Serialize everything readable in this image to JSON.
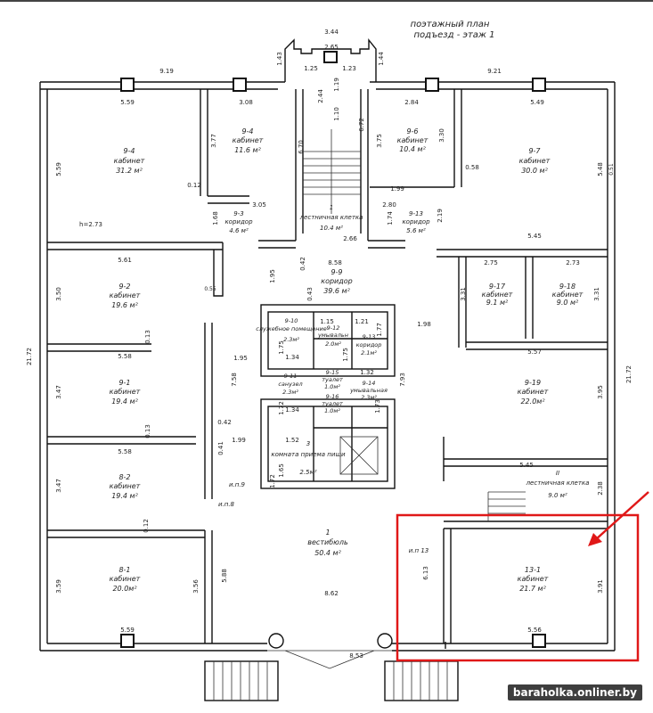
{
  "header": {
    "line1": "поэтажный план",
    "line2": "подъезд -  этаж 1"
  },
  "watermark": "baraholka.onliner.by",
  "colors": {
    "highlight": "#e01818",
    "walls": "#111111"
  },
  "rooms": {
    "r94a": {
      "n": "9-4",
      "t": "кабинет",
      "a": "31.2 м²"
    },
    "r94b": {
      "n": "9-4",
      "t": "кабинет",
      "a": "11.6 м²"
    },
    "r93a": {
      "n": "9-3",
      "t": "коридор",
      "a": "4.6 м²"
    },
    "r1stair": {
      "n": "1",
      "t": "лестничная клетка",
      "a": "10.4 м²"
    },
    "r96": {
      "n": "9-6",
      "t": "кабинет",
      "a": "10.4 м²"
    },
    "r913": {
      "n": "9-13",
      "t": "коридор",
      "a": "5.6 м²"
    },
    "r97": {
      "n": "9-7",
      "t": "кабинет",
      "a": "30.0 м²"
    },
    "r92": {
      "n": "9-2",
      "t": "кабинет",
      "a": "19.6 м²"
    },
    "r99": {
      "n": "9-9",
      "t": "коридор",
      "a": "39.6 м²"
    },
    "r917": {
      "n": "9-17",
      "t": "кабинет",
      "a": "9.1 м²"
    },
    "r918": {
      "n": "9-18",
      "t": "кабинет",
      "a": "9.0 м²"
    },
    "r910": {
      "n": "9-10",
      "t": "служебное помещение",
      "a": "2.3м²"
    },
    "r912": {
      "n": "9-12",
      "t": "умывальн",
      "a": "2.0м²"
    },
    "r913b": {
      "n": "9-13",
      "t": "коридор",
      "a": "2.1м²"
    },
    "r91": {
      "n": "9-1",
      "t": "кабинет",
      "a": "19.4 м²"
    },
    "r911": {
      "n": "9-11",
      "t": "санузел",
      "a": "2.3м²"
    },
    "r915": {
      "n": "9-15",
      "t": "туалет",
      "a": "1.0м²"
    },
    "r914": {
      "n": "9-14",
      "t": "умывальная",
      "a": "2.3м²"
    },
    "r916": {
      "n": "9-16",
      "t": "туалет",
      "a": "1.0м²"
    },
    "r919": {
      "n": "9-19",
      "t": "кабинет",
      "a": "22.0м²"
    },
    "r3": {
      "n": "3",
      "t": "комната приема пищи",
      "a": "2.5м²"
    },
    "r82": {
      "n": "8-2",
      "t": "кабинет",
      "a": "19.4 м²"
    },
    "rIIstair": {
      "n": "II",
      "t": "лестничная клетка",
      "a": "9.0 м²"
    },
    "r1vest": {
      "n": "1",
      "t": "вестибюль",
      "a": "50.4 м²"
    },
    "r81": {
      "n": "8-1",
      "t": "кабинет",
      "a": "20.0м²"
    },
    "r131": {
      "n": "13-1",
      "t": "кабинет",
      "a": "21.7 м²"
    }
  },
  "dims": {
    "d344": "3.44",
    "d265": "2.65",
    "d143": "1.43",
    "d144": "1.44",
    "d125": "1.25",
    "d123": "1.23",
    "d919": "9.19",
    "d921": "9.21",
    "d559a": "5.59",
    "d308": "3.08",
    "d284": "2.84",
    "d549": "5.49",
    "d244": "2.44",
    "d119": "1.19",
    "d110": "1.10",
    "d672": "6.72",
    "d670": "6.70",
    "d377": "3.77",
    "d375": "3.75",
    "d330": "3.30",
    "d559v": "5.59",
    "d548": "5.48",
    "d051": "0.51",
    "d058": "0.58",
    "d012a": "0.12",
    "d199a": "1.99",
    "d305": "3.05",
    "d280": "2.80",
    "d168": "1.68",
    "d174": "1.74",
    "d219": "2.19",
    "h273": "h=2.73",
    "d266": "2.66",
    "d545a": "5.45",
    "d561": "5.61",
    "d858": "8.58",
    "d042a": "0.42",
    "d195a": "1.95",
    "d043": "0.43",
    "d275": "2.75",
    "d273": "2.73",
    "d350": "3.50",
    "d055": "0.55",
    "d331a": "3.31",
    "d331b": "3.31",
    "d115": "1.15",
    "d121": "1.21",
    "d177": "1.77",
    "d175a": "1.75",
    "d175b": "1.75",
    "d198": "1.98",
    "d013a": "0.13",
    "d558a": "5.58",
    "d195b": "1.95",
    "d134": "1.34",
    "d132": "1.32",
    "d557": "5.57",
    "d2172a": "21.72",
    "d2172b": "21.72",
    "d758": "7.58",
    "d347a": "3.47",
    "d793": "7.93",
    "d395": "3.95",
    "d172a": "1.72",
    "d134b": "1.34",
    "d173": "1.73",
    "d042b": "0.42",
    "d041": "0.41",
    "d199b": "1.99",
    "d152": "1.52",
    "d013b": "0.13",
    "d558b": "5.58",
    "d165": "1.65",
    "d172b": "1.72",
    "d545b": "5.45",
    "d347b": "3.47",
    "d238": "2.38",
    "d012b": "0.12",
    "d588": "5.88",
    "d359": "3.59",
    "d356": "3.56",
    "d613": "6.13",
    "d391": "3.91",
    "d862": "8.62",
    "d559b": "5.59",
    "d556": "5.56",
    "d853": "8.53",
    "ip9": "и.п.9",
    "ip8": "и.п.8",
    "ip13": "и.п 13"
  }
}
